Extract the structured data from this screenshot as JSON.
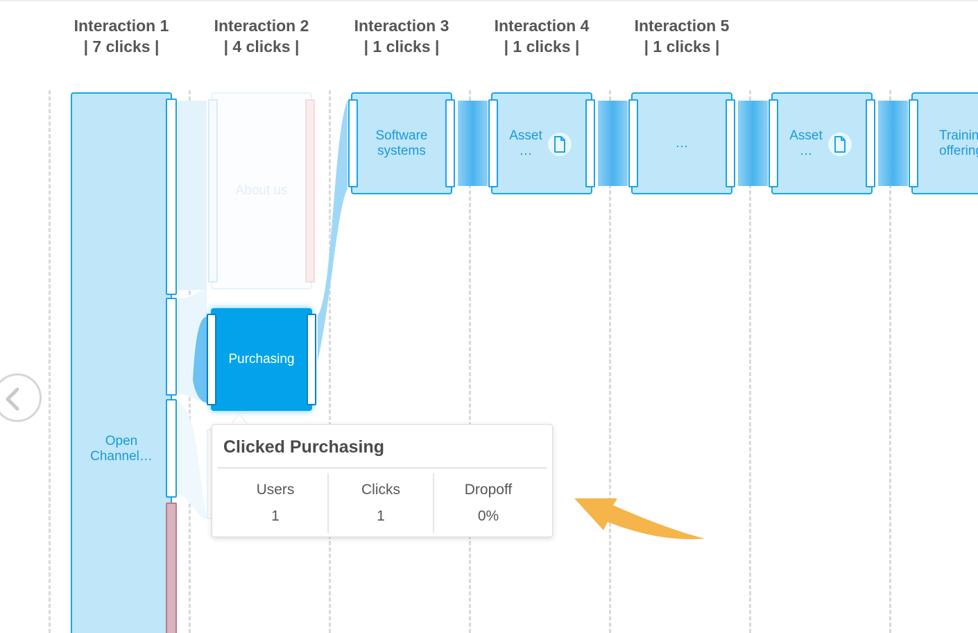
{
  "columns": [
    {
      "title": "Interaction 1",
      "clicks": "| 7 clicks |"
    },
    {
      "title": "Interaction 2",
      "clicks": "| 4 clicks |"
    },
    {
      "title": "Interaction 3",
      "clicks": "| 1 clicks |"
    },
    {
      "title": "Interaction 4",
      "clicks": "| 1 clicks |"
    },
    {
      "title": "Interaction 5",
      "clicks": "| 1 clicks |"
    }
  ],
  "nodes": {
    "open_channel": "Open\nChannel…",
    "about_us": "About us",
    "purchasing": "Purchasing",
    "software_systems": "Software\nsystems",
    "asset_1": "Asset\n…",
    "ellipsis": "…",
    "asset_2": "Asset\n…",
    "training": "Training\noffering"
  },
  "tooltip": {
    "title": "Clicked Purchasing",
    "users_label": "Users",
    "users_value": "1",
    "clicks_label": "Clicks",
    "clicks_value": "1",
    "dropoff_label": "Dropoff",
    "dropoff_value": "0%"
  },
  "icons": {
    "document": "document-icon",
    "back": "chevron-left-icon",
    "pointer_arrow": "annotation-arrow"
  },
  "colors": {
    "node_fill": "#bfe6f9",
    "node_border": "#1aa3e8",
    "node_text": "#1a9ad9",
    "selected_fill": "#03a3ec",
    "dropoff_fill": "#d8b4bd",
    "annotation_arrow": "#f5b54a"
  }
}
